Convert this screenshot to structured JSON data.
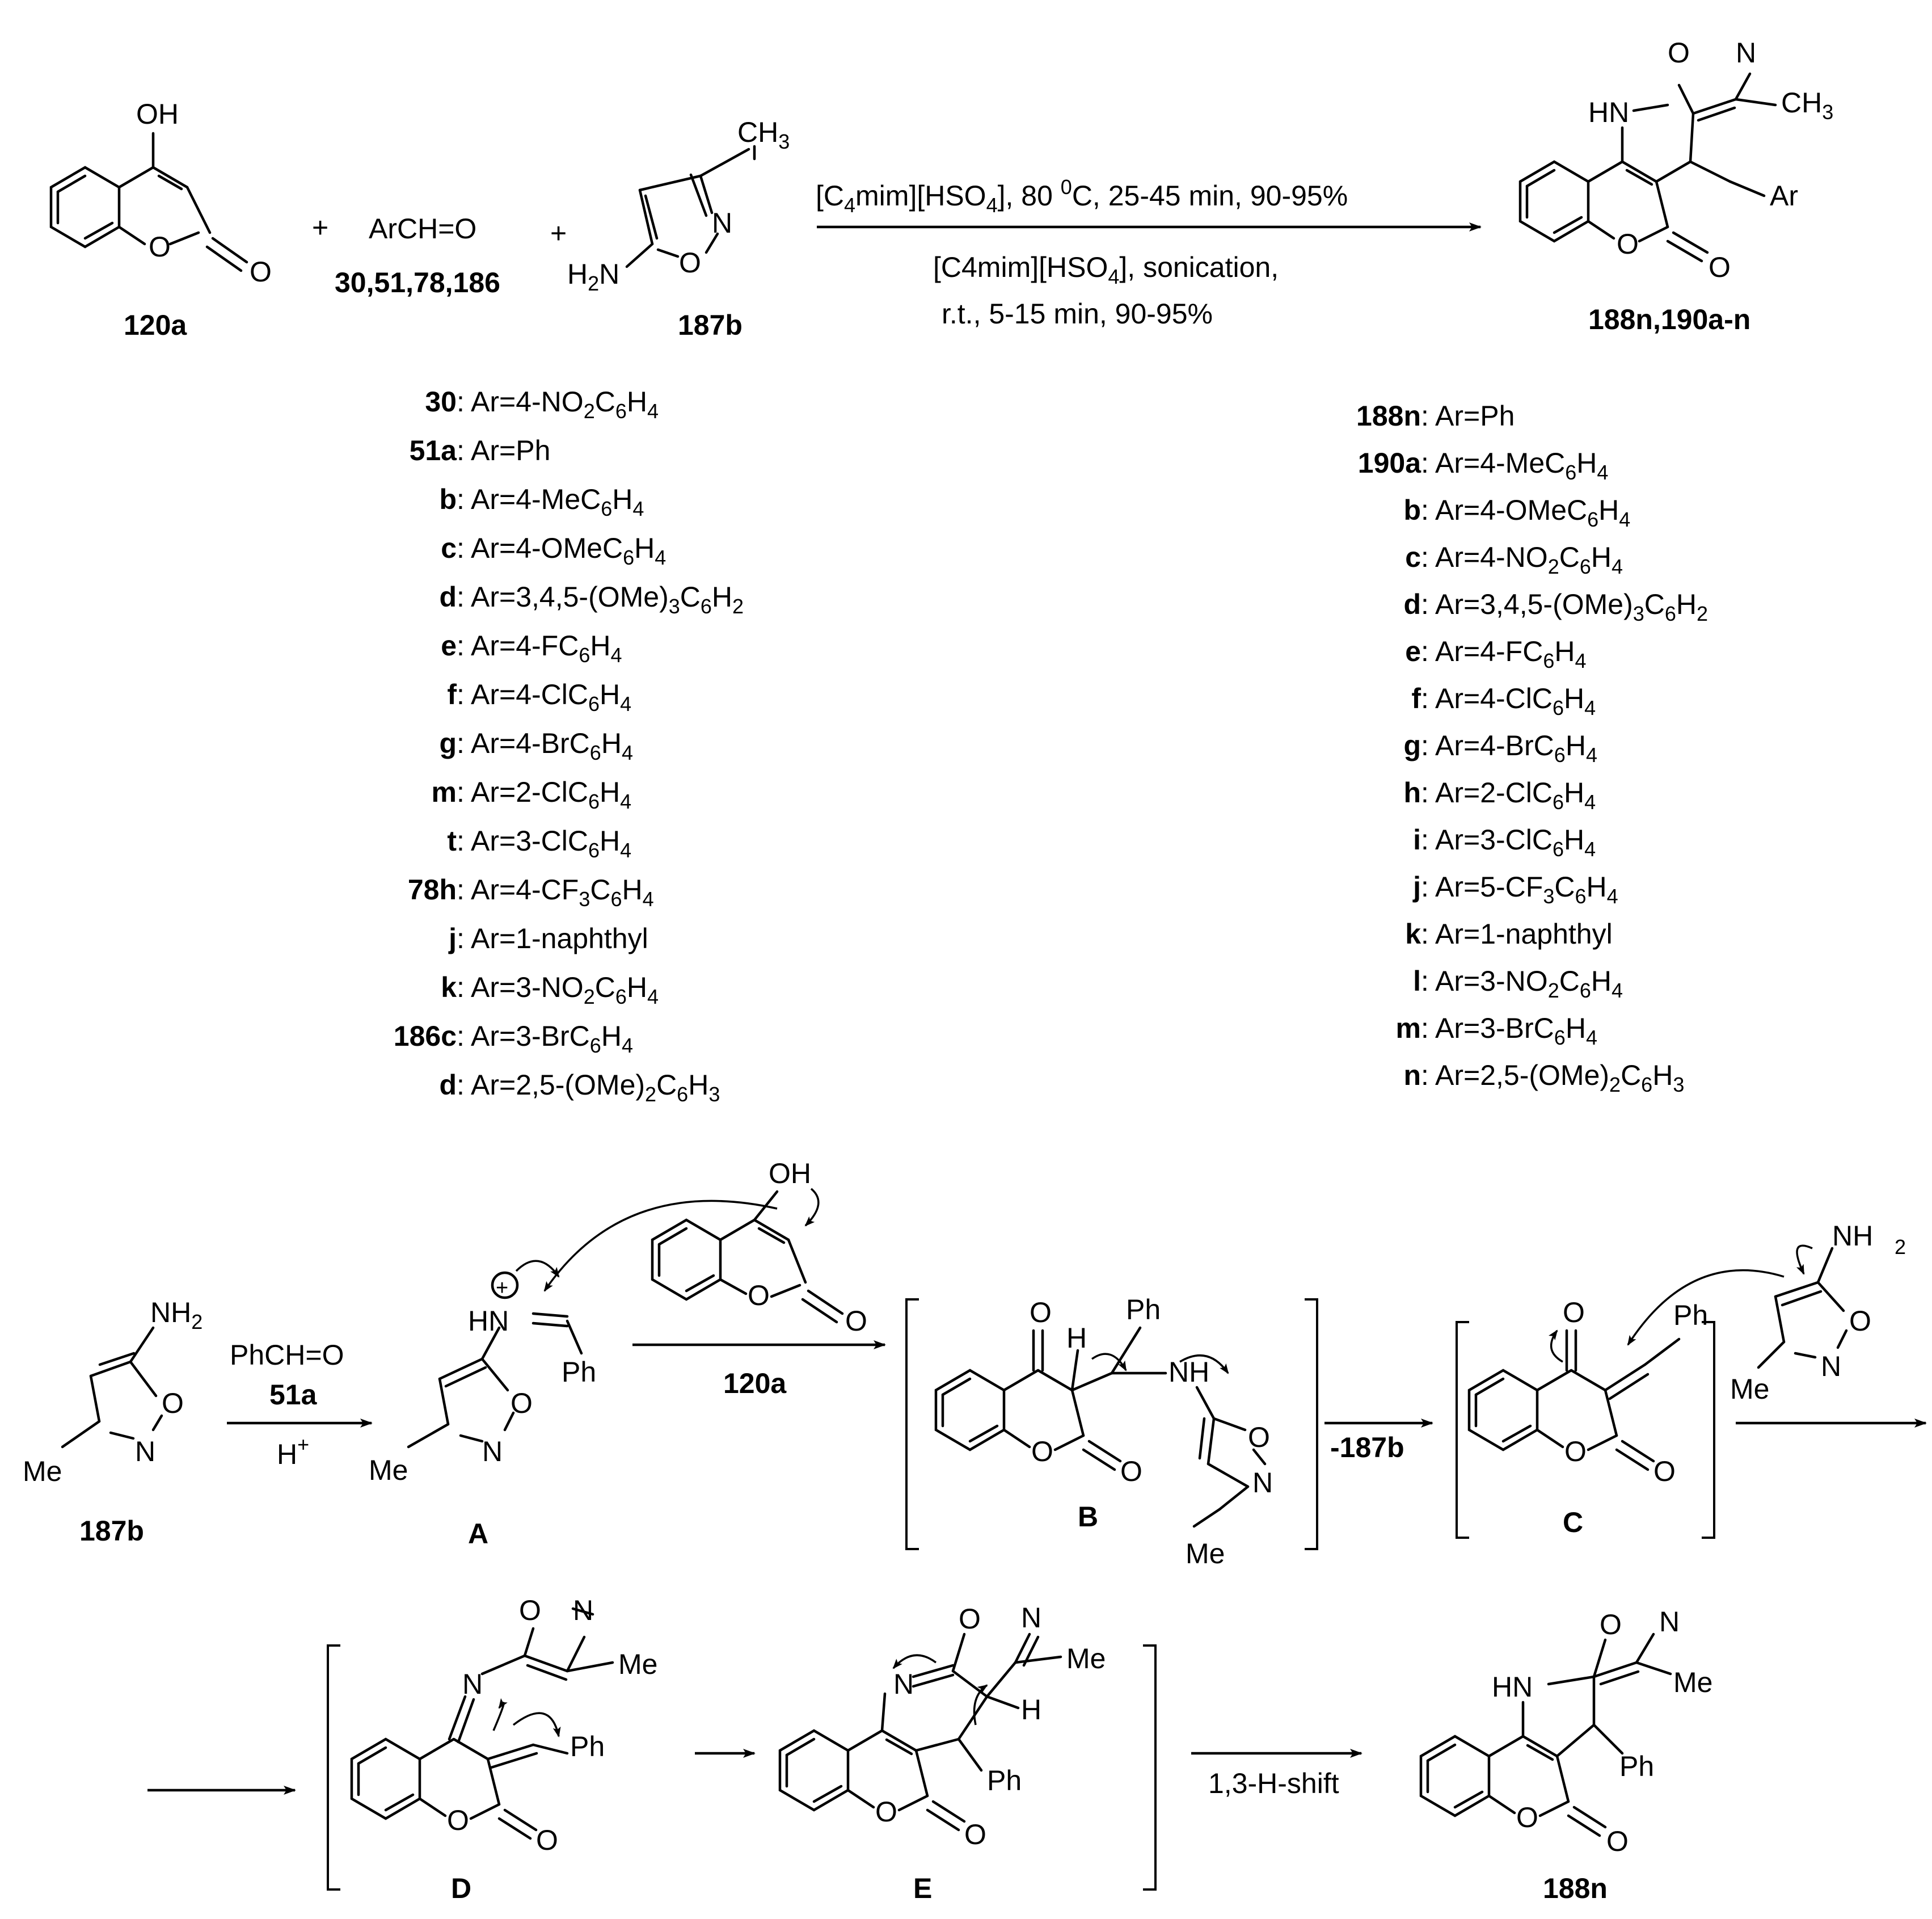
{
  "reaction": {
    "plus": "+",
    "coumarin": {
      "oh": "OH",
      "ring_o": "O",
      "carbonyl_o": "O",
      "id": "120a"
    },
    "aldehyde": {
      "formula": "ArCH=O",
      "ids": "30,51,78,186"
    },
    "amine": {
      "ch3": "CH",
      "ch3_sub": "3",
      "n": "N",
      "o": "O",
      "h2n_h": "H",
      "h2n_sub": "2",
      "h2n_n": "N",
      "id": "187b"
    },
    "condition_top": {
      "a": "[C",
      "a_sub": "4",
      "b": "mim][HSO",
      "b_sub": "4",
      "c": "], 80 ",
      "c_sup": "0",
      "d": "C, 25-45 min, 90-95%"
    },
    "condition_bottom_1": {
      "a": "[C4mim][HSO",
      "a_sub": "4",
      "b": "], sonication,"
    },
    "condition_bottom_2": "r.t., 5-15 min, 90-95%",
    "product": {
      "o": "O",
      "n": "N",
      "ch3": "CH",
      "ch3_sub": "3",
      "hn": "HN",
      "ar": "Ar",
      "ring_o": "O",
      "carbonyl_o": "O",
      "id": "188n,190a-n"
    }
  },
  "left_list": [
    {
      "id": "30",
      "ar": "Ar=4-NO",
      "s1": "2",
      "m": "C",
      "s2": "6",
      "e": "H",
      "s3": "4"
    },
    {
      "id": "51a",
      "ar": "Ar=Ph"
    },
    {
      "id": "b",
      "ar": "Ar=4-MeC",
      "s1": "6",
      "e": "H",
      "s3": "4"
    },
    {
      "id": "c",
      "ar": "Ar=4-OMeC",
      "s1": "6",
      "e": "H",
      "s3": "4"
    },
    {
      "id": "d",
      "ar": "Ar=3,4,5-(OMe)",
      "s1": "3",
      "m": "C",
      "s2": "6",
      "e": "H",
      "s3": "2"
    },
    {
      "id": "e",
      "ar": "Ar=4-FC",
      "s1": "6",
      "e": "H",
      "s3": "4"
    },
    {
      "id": "f",
      "ar": "Ar=4-ClC",
      "s1": "6",
      "e": "H",
      "s3": "4"
    },
    {
      "id": "g",
      "ar": "Ar=4-BrC",
      "s1": "6",
      "e": "H",
      "s3": "4"
    },
    {
      "id": "m",
      "ar": "Ar=2-ClC",
      "s1": "6",
      "e": "H",
      "s3": "4"
    },
    {
      "id": "t",
      "ar": "Ar=3-ClC",
      "s1": "6",
      "e": "H",
      "s3": "4"
    },
    {
      "id": "78h",
      "ar": "Ar=4-CF",
      "s1": "3",
      "m": "C",
      "s2": "6",
      "e": "H",
      "s3": "4"
    },
    {
      "id": "j",
      "ar": "Ar=1-naphthyl"
    },
    {
      "id": "k",
      "ar": "Ar=3-NO",
      "s1": "2",
      "m": "C",
      "s2": "6",
      "e": "H",
      "s3": "4"
    },
    {
      "id": "186c",
      "ar": "Ar=3-BrC",
      "s1": "6",
      "e": "H",
      "s3": "4"
    },
    {
      "id": "d",
      "ar": "Ar=2,5-(OMe)",
      "s1": "2",
      "m": "C",
      "s2": "6",
      "e": "H",
      "s3": "3"
    }
  ],
  "right_list": [
    {
      "id": "188n",
      "ar": "Ar=Ph"
    },
    {
      "id": "190a",
      "ar": "Ar=4-MeC",
      "s1": "6",
      "e": "H",
      "s3": "4"
    },
    {
      "id": "b",
      "ar": "Ar=4-OMeC",
      "s1": "6",
      "e": "H",
      "s3": "4"
    },
    {
      "id": "c",
      "ar": "Ar=4-NO",
      "s1": "2",
      "m": "C",
      "s2": "6",
      "e": "H",
      "s3": "4"
    },
    {
      "id": "d",
      "ar": "Ar=3,4,5-(OMe)",
      "s1": "3",
      "m": "C",
      "s2": "6",
      "e": "H",
      "s3": "2"
    },
    {
      "id": "e",
      "ar": "Ar=4-FC",
      "s1": "6",
      "e": "H",
      "s3": "4"
    },
    {
      "id": "f",
      "ar": "Ar=4-ClC",
      "s1": "6",
      "e": "H",
      "s3": "4"
    },
    {
      "id": "g",
      "ar": "Ar=4-BrC",
      "s1": "6",
      "e": "H",
      "s3": "4"
    },
    {
      "id": "h",
      "ar": "Ar=2-ClC",
      "s1": "6",
      "e": "H",
      "s3": "4"
    },
    {
      "id": "i",
      "ar": "Ar=3-ClC",
      "s1": "6",
      "e": "H",
      "s3": "4"
    },
    {
      "id": "j",
      "ar": "Ar=5-CF",
      "s1": "3",
      "m": "C",
      "s2": "6",
      "e": "H",
      "s3": "4"
    },
    {
      "id": "k",
      "ar": "Ar=1-naphthyl"
    },
    {
      "id": "l",
      "ar": "Ar=3-NO",
      "s1": "2",
      "m": "C",
      "s2": "6",
      "e": "H",
      "s3": "4"
    },
    {
      "id": "m",
      "ar": "Ar=3-BrC",
      "s1": "6",
      "e": "H",
      "s3": "4"
    },
    {
      "id": "n",
      "ar": "Ar=2,5-(OMe)",
      "s1": "2",
      "m": "C",
      "s2": "6",
      "e": "H",
      "s3": "3"
    }
  ],
  "mechanism": {
    "s187b": {
      "nh2": "NH",
      "nh2_sub": "2",
      "o": "O",
      "n": "N",
      "me": "Me",
      "id": "187b"
    },
    "reagent": {
      "phcho": "PhCH=O",
      "id": "51a",
      "h": "H",
      "h_sup": "+"
    },
    "A": {
      "plus": "+",
      "hn": "HN",
      "ph": "Ph",
      "o": "O",
      "n": "N",
      "me": "Me",
      "id": "A"
    },
    "coumarin2": {
      "oh": "OH",
      "o": "O",
      "co": "O",
      "id": "120a"
    },
    "B": {
      "o1": "O",
      "h": "H",
      "ph": "Ph",
      "nh": "NH",
      "ro": "O",
      "co": "O",
      "io": "O",
      "in": "N",
      "me": "Me",
      "id": "B"
    },
    "minus187b": "-187b",
    "C": {
      "o1": "O",
      "ph": "Ph",
      "ro": "O",
      "co": "O",
      "id": "C"
    },
    "amine3": {
      "nh2": "NH",
      "nh2_sub": "2",
      "o": "O",
      "n": "N",
      "me": "Me"
    },
    "D": {
      "o": "O",
      "n": "N",
      "me": "Me",
      "n2": "N",
      "ph": "Ph",
      "ro": "O",
      "co": "O",
      "id": "D"
    },
    "E": {
      "o": "O",
      "n": "N",
      "me": "Me",
      "n2": "N",
      "h": "H",
      "ph": "Ph",
      "ro": "O",
      "co": "O",
      "id": "E"
    },
    "shift": "1,3-H-shift",
    "P": {
      "o": "O",
      "n": "N",
      "me": "Me",
      "hn": "HN",
      "ph": "Ph",
      "ro": "O",
      "co": "O",
      "id": "188n"
    }
  }
}
